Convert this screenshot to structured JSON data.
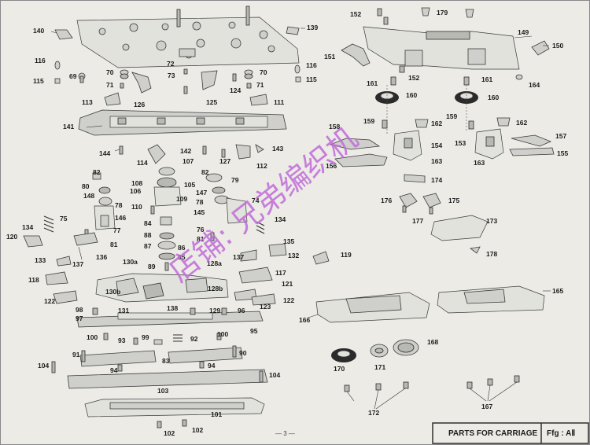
{
  "title": "PARTS FOR CARRIAGE",
  "figure": "Ffg : AⅡ",
  "page": "— 3 —",
  "watermark": "店铺: 兄弟编织机",
  "labels": {
    "l140": "140",
    "l139": "139",
    "l72": "72",
    "l73": "73",
    "l116a": "116",
    "l115a": "115",
    "l69": "69",
    "l70a": "70",
    "l71a": "71",
    "l126": "126",
    "l125": "125",
    "l70b": "70",
    "l71b": "71",
    "l124": "124",
    "l116b": "116",
    "l115b": "115",
    "l113": "113",
    "l111": "111",
    "l141": "141",
    "l144": "144",
    "l114": "114",
    "l107": "107",
    "l142": "142",
    "l127": "127",
    "l143": "143",
    "l112": "112",
    "l152a": "152",
    "l179": "179",
    "l149": "149",
    "l150": "150",
    "l151": "151",
    "l152b": "152",
    "l161a": "161",
    "l161b": "161",
    "l164": "164",
    "l160a": "160",
    "l160b": "160",
    "l159a": "159",
    "l162a": "162",
    "l159b": "159",
    "l162b": "162",
    "l158": "158",
    "l154": "154",
    "l153": "153",
    "l157": "157",
    "l156": "156",
    "l163a": "163",
    "l163b": "163",
    "l155": "155",
    "l174": "174",
    "l176": "176",
    "l175": "175",
    "l177": "177",
    "l173": "173",
    "l178": "178",
    "l119": "119",
    "l166": "166",
    "l165": "165",
    "l168": "168",
    "l170": "170",
    "l171": "171",
    "l172": "172",
    "l167": "167",
    "l82a": "82",
    "l80": "80",
    "l148": "148",
    "l78a": "78",
    "l146": "146",
    "l75": "75",
    "l77": "77",
    "l134a": "134",
    "l120": "120",
    "l81a": "81",
    "l133": "133",
    "l136": "136",
    "l137a": "137",
    "l108": "108",
    "l106": "106",
    "l105": "105",
    "l110": "110",
    "l109": "109",
    "l84": "84",
    "l88": "88",
    "l87": "87",
    "l86": "86",
    "l85": "85",
    "l89": "89",
    "l82b": "82",
    "l79": "79",
    "l147": "147",
    "l78b": "78",
    "l145": "145",
    "l74": "74",
    "l76": "76",
    "l81b": "81",
    "l134b": "134",
    "l135": "135",
    "l137b": "137",
    "l132": "132",
    "l128a": "128a",
    "l117": "117",
    "l118": "118",
    "l130a": "130a",
    "l130b": "130b",
    "l128b": "128b",
    "l121": "121",
    "l122a": "122",
    "l123": "123",
    "l122b": "122",
    "l98": "98",
    "l97": "97",
    "l131": "131",
    "l138": "138",
    "l129": "129",
    "l96": "96",
    "l95": "95",
    "l100a": "100",
    "l93": "93",
    "l99": "99",
    "l92": "92",
    "l100b": "100",
    "l91": "91",
    "l104a": "104",
    "l94a": "94",
    "l83": "83",
    "l94b": "94",
    "l90": "90",
    "l104b": "104",
    "l103": "103",
    "l101": "101",
    "l102a": "102",
    "l102b": "102"
  }
}
